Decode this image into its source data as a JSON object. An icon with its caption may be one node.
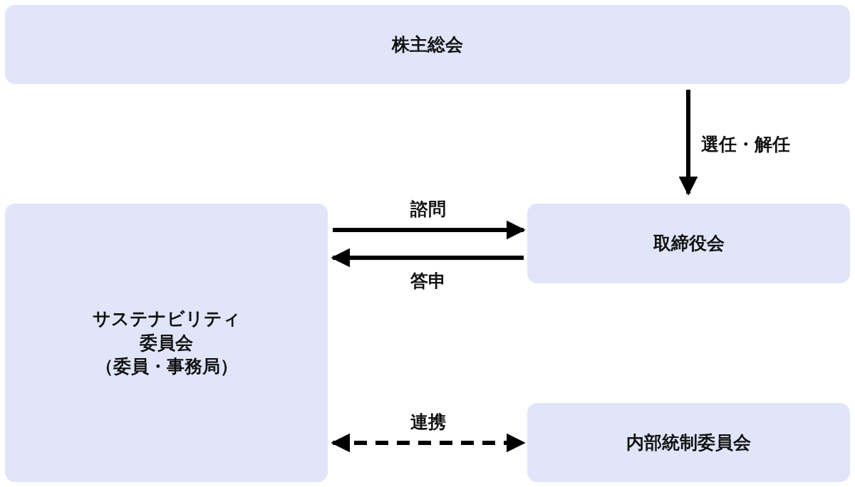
{
  "diagram": {
    "nodes": [
      {
        "text": [
          "株主総会"
        ]
      },
      {
        "text": [
          "取締役会"
        ]
      },
      {
        "text": [
          "サステナビリティ委員会",
          "（委員・事務局）"
        ]
      },
      {
        "text": [
          "内部統制委員会"
        ]
      }
    ],
    "edges": [
      {
        "from": 0,
        "to": 1,
        "arrow": "to",
        "label": "選任・解任"
      },
      {
        "from": 2,
        "to": 1,
        "arrow": "to",
        "label": "諮問"
      },
      {
        "from": 1,
        "to": 2,
        "arrow": "to",
        "label": "答申"
      },
      {
        "from": 2,
        "to": 3,
        "arrow": "both",
        "label": "連携",
        "style": "dashed"
      }
    ]
  }
}
